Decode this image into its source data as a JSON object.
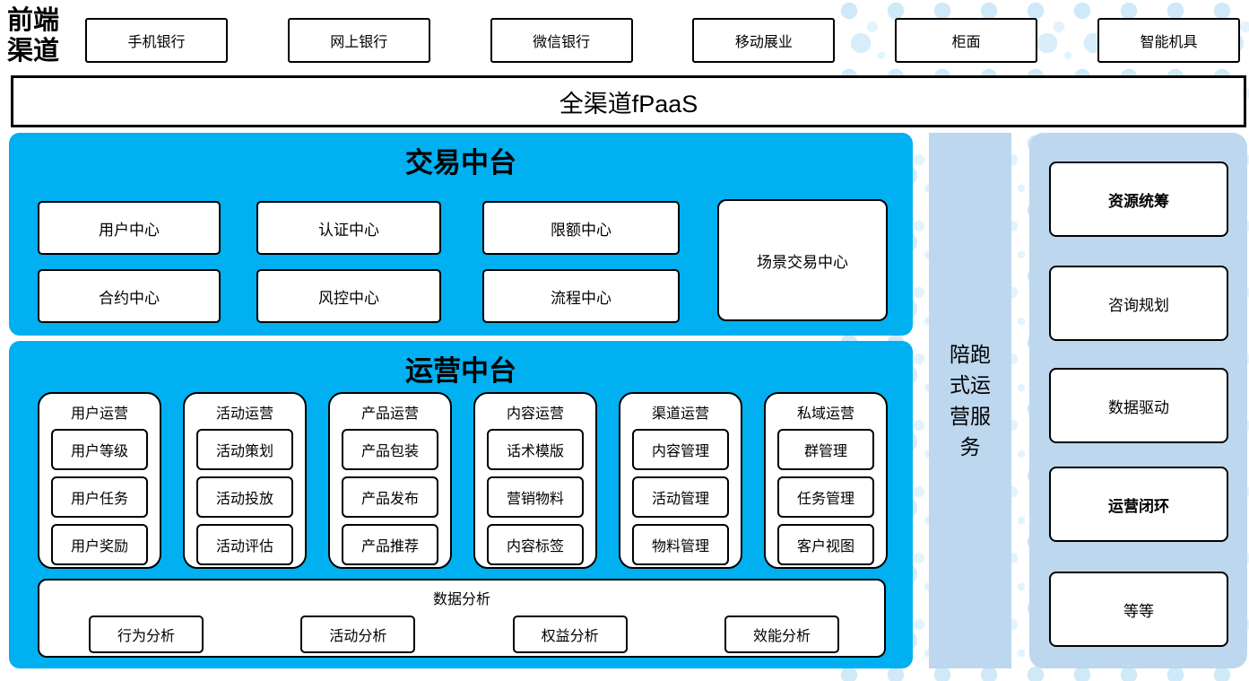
{
  "colors": {
    "section_blue": "#00B0F0",
    "panel_light_blue": "#BDD7EE",
    "dot_blue": "#CFE9F8",
    "border": "#000000"
  },
  "front": {
    "label": "前端渠道",
    "items": [
      "手机银行",
      "网上银行",
      "微信银行",
      "移动展业",
      "柜面",
      "智能机具"
    ]
  },
  "fpaas": {
    "label": "全渠道fPaaS"
  },
  "trade": {
    "title": "交易中台",
    "boxes": [
      "用户中心",
      "认证中心",
      "限额中心",
      "合约中心",
      "风控中心",
      "流程中心"
    ],
    "scene_box": "场景交易中心"
  },
  "ops": {
    "title": "运营中台",
    "columns": [
      {
        "header": "用户运营",
        "items": [
          "用户等级",
          "用户任务",
          "用户奖励"
        ]
      },
      {
        "header": "活动运营",
        "items": [
          "活动策划",
          "活动投放",
          "活动评估"
        ]
      },
      {
        "header": "产品运营",
        "items": [
          "产品包装",
          "产品发布",
          "产品推荐"
        ]
      },
      {
        "header": "内容运营",
        "items": [
          "话术模版",
          "营销物料",
          "内容标签"
        ]
      },
      {
        "header": "渠道运营",
        "items": [
          "内容管理",
          "活动管理",
          "物料管理"
        ]
      },
      {
        "header": "私域运营",
        "items": [
          "群管理",
          "任务管理",
          "客户视图"
        ]
      }
    ],
    "analytics": {
      "title": "数据分析",
      "items": [
        "行为分析",
        "活动分析",
        "权益分析",
        "效能分析"
      ]
    }
  },
  "sidebar": {
    "label": "陪跑式运营服务"
  },
  "right_panel": {
    "items": [
      "资源统筹",
      "咨询规划",
      "数据驱动",
      "运营闭环",
      "等等"
    ]
  }
}
